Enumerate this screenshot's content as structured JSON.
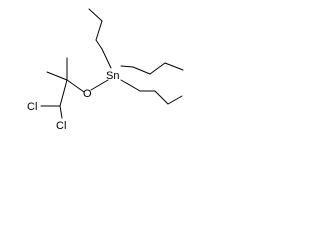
{
  "structure": {
    "atoms": {
      "tin": "Sn",
      "oxygen": "O",
      "chlorine_upper": "Cl",
      "chlorine_lower": "Cl"
    },
    "bond_color": "#000000",
    "label_color": "#000000",
    "background": "#ffffff"
  }
}
